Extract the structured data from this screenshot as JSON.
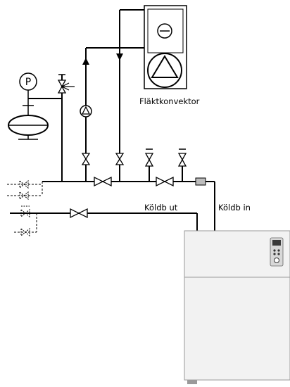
{
  "labels": {
    "fan_coil": "Fläktkonvektor",
    "coolant_out": "Köldb ut",
    "coolant_in": "Köldb in",
    "pressure_gauge": "P"
  },
  "colors": {
    "line": "#000000",
    "unit_body": "#f2f2f2",
    "unit_border": "#9a9a9a",
    "filter": "#bdbdbd",
    "display": "#3a3a3a"
  }
}
